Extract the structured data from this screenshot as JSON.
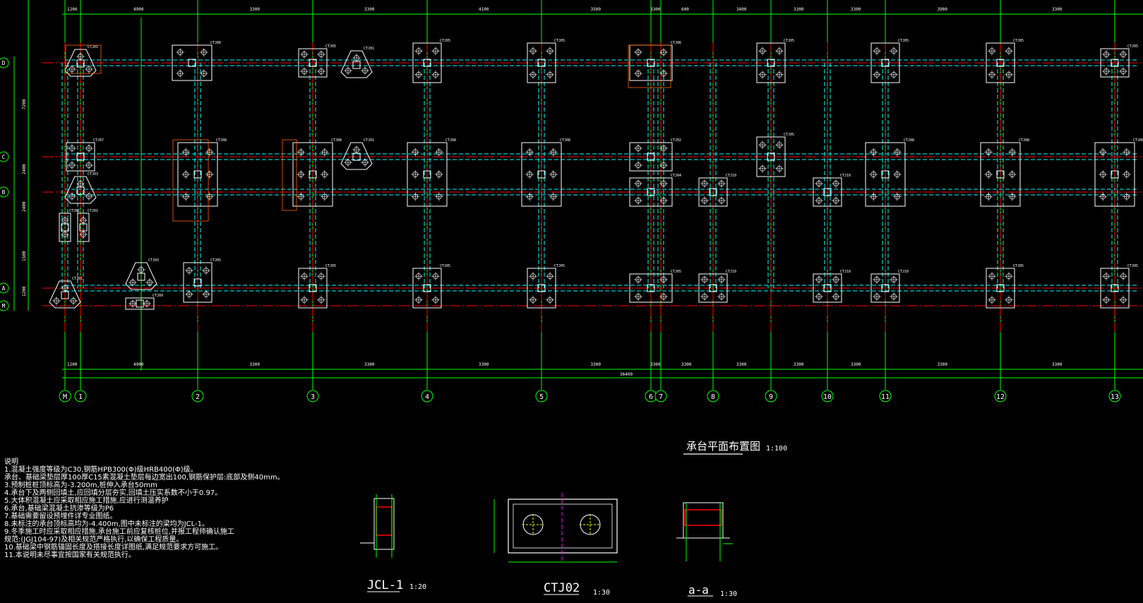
{
  "drawing": {
    "title": "承台平面布置图",
    "scale": "1:100",
    "axes_x": [
      "M",
      "1",
      "2",
      "3",
      "4",
      "5",
      "6",
      "7",
      "8",
      "9",
      "10",
      "11",
      "12",
      "13"
    ],
    "axes_y": [
      "D",
      "C",
      "B",
      "A",
      "M"
    ],
    "top_dims": [
      "1200",
      "4900",
      "3300",
      "3300",
      "4100",
      "3500",
      "3300",
      "600",
      "3400",
      "3300",
      "3300",
      "3900",
      "3300"
    ],
    "bottom_dims": [
      "1200",
      "4900",
      "3300",
      "3300",
      "3300",
      "3300",
      "3300",
      "3300",
      "3300",
      "3300",
      "3300",
      "3300",
      "3300"
    ],
    "total_dim": "36400",
    "left_dims": [
      "7200",
      "2400",
      "2400",
      "1500",
      "1200"
    ],
    "cap_labels": [
      "CTJ05",
      "CTJ06",
      "CTJ07",
      "CTJ08",
      "CTJ02",
      "CTJ03",
      "CTJ04",
      "CTJ01",
      "CTJ09",
      "CTJ10"
    ]
  },
  "details": [
    {
      "title": "JCL-1",
      "scale": "1:20"
    },
    {
      "title": "CTJ02",
      "scale": "1:30"
    },
    {
      "title": "a-a",
      "scale": "1:30"
    }
  ],
  "notes": {
    "heading": "说明",
    "items": [
      "1.混凝土强度等级为C30,钢筋HPB300(Φ)级HRB400(Φ)级。",
      "  承台、基础梁垫层厚100厚C15素混凝土垫层每边宽出100,钢筋保护层:底部及侧40mm。",
      "3.预制桩桩顶标高为-3.200m,桩伸入承台50mm",
      "4.承台下及两侧回填土,应回填分层夯实,回填土压实系数不小于0.97。",
      "5.大体积混凝土应采取相应施工措施,应进行测温养护",
      "6.承台,基础梁混凝土抗渗等级为P6",
      "7.基础需要留设预埋件详专业图纸。",
      "8.未标注的承台顶标高均为-4.400m,图中未标注的梁均为JCL-1。",
      "9.冬季施工时应采取相应措施,承台施工前应复核桩位,并报工程师确认施工",
      "  规范:(JGJ104-97)及相关规范严格执行,以确保工程质量。",
      "10.基础梁中钢筋锚固长度及搭接长度详图纸,满足规范要求方可施工。",
      "11.本说明未尽事宜按国家有关规范执行。"
    ]
  },
  "colors": {
    "background": "#000000",
    "grid_axis": "#00ff00",
    "dimension": "#00ff00",
    "beam_outline": "#00ffff",
    "pile_cap": "#ffffff",
    "red_line": "#ff0000",
    "orange_mark": "#ff6600",
    "magenta_mark": "#ff00ff"
  }
}
